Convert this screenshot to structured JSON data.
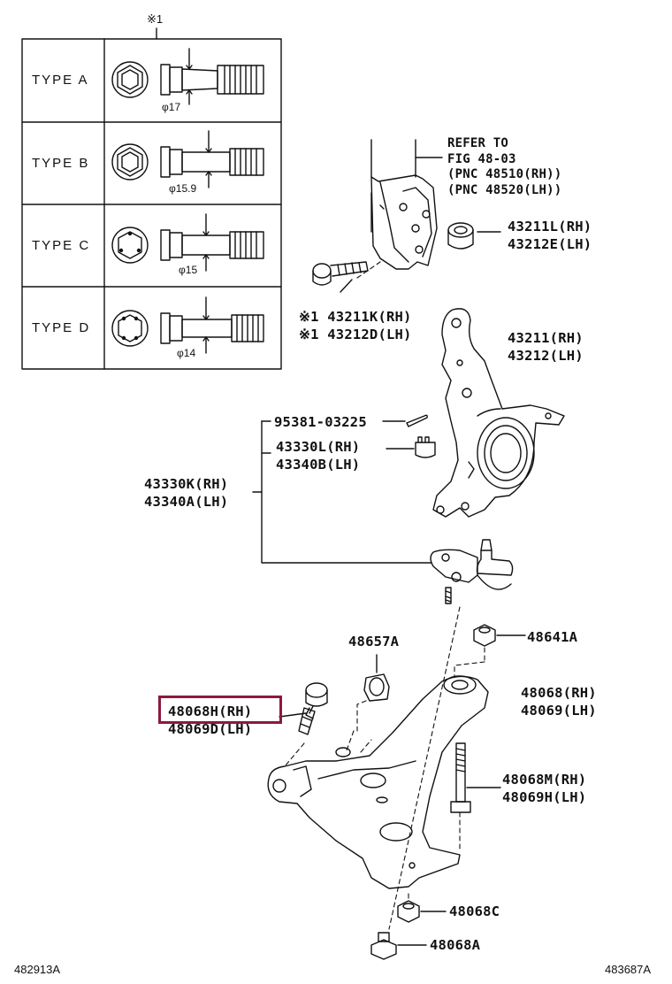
{
  "note_mark": "※1",
  "types": [
    {
      "label": "TYPE A",
      "diameter": "φ17"
    },
    {
      "label": "TYPE B",
      "diameter": "φ15.9"
    },
    {
      "label": "TYPE C",
      "diameter": "φ15"
    },
    {
      "label": "TYPE D",
      "diameter": "φ14"
    }
  ],
  "refer": [
    "REFER TO",
    "FIG 48-03",
    "(PNC 48510(RH))",
    "(PNC 48520(LH))"
  ],
  "parts": {
    "p43211L": [
      "43211L(RH)",
      "43212E(LH)"
    ],
    "p43211K": [
      "※1 43211K(RH)",
      "※1 43212D(LH)"
    ],
    "p43211": [
      "43211(RH)",
      "43212(LH)"
    ],
    "p95381": [
      "95381-03225"
    ],
    "p43330L": [
      "43330L(RH)",
      "43340B(LH)"
    ],
    "p43330K": [
      "43330K(RH)",
      "43340A(LH)"
    ],
    "p48657A": [
      "48657A"
    ],
    "p48641A": [
      "48641A"
    ],
    "p48068": [
      "48068(RH)",
      "48069(LH)"
    ],
    "p48068H": [
      "48068H(RH)",
      "48069D(LH)"
    ],
    "p48068M": [
      "48068M(RH)",
      "48069H(LH)"
    ],
    "p48068C": [
      "48068C"
    ],
    "p48068A": [
      "48068A"
    ]
  },
  "highlight_color": "#8c1a3c",
  "footer_left": "482913A",
  "footer_right": "483687A"
}
